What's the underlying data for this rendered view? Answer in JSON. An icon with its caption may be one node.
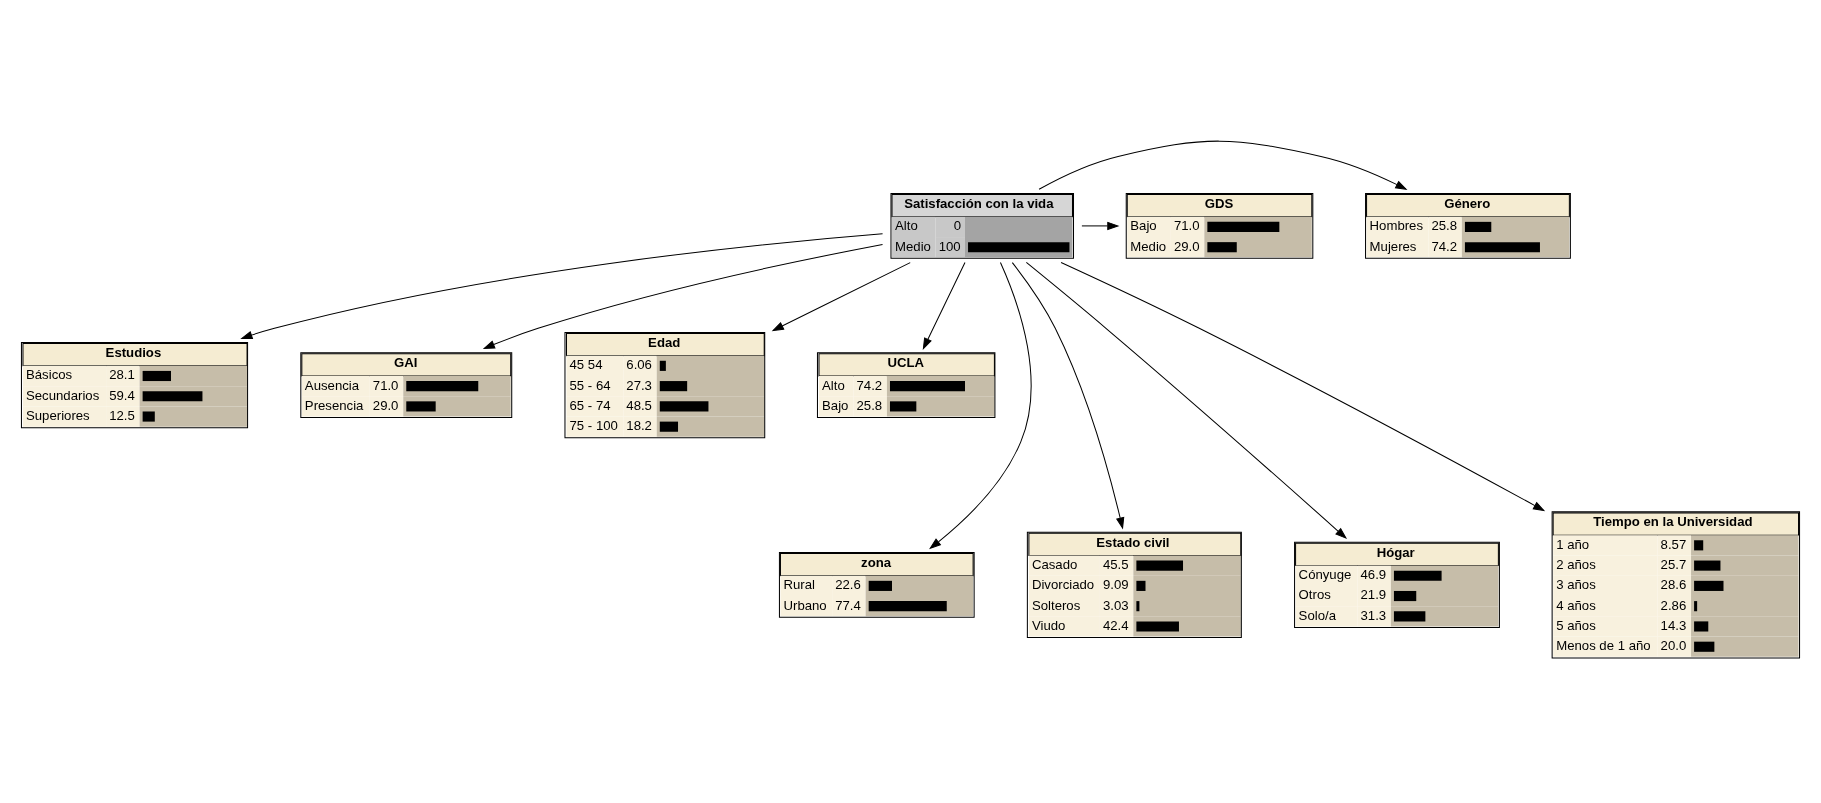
{
  "diagram": {
    "nodes": [
      {
        "text": [
          "Satisfacción con la vida",
          "Alto",
          "0",
          "Medio",
          "100"
        ]
      },
      {
        "text": [
          "Género",
          "Hombres",
          "25.8",
          "Mujeres",
          "74.2"
        ]
      },
      {
        "text": [
          "GDS",
          "Bajo",
          "71.0",
          "Medio",
          "29.0"
        ]
      },
      {
        "text": [
          "Estudios",
          "Básicos",
          "28.1",
          "Secundarios",
          "59.4",
          "Superiores",
          "12.5"
        ]
      },
      {
        "text": [
          "GAI",
          "Ausencia",
          "71.0",
          "Presencia",
          "29.0"
        ]
      },
      {
        "text": [
          "Edad",
          "45 54",
          "6.06",
          "55 - 64",
          "27.3",
          "65 - 74",
          "48.5",
          "75 - 100",
          "18.2"
        ]
      },
      {
        "text": [
          "UCLA",
          "Alto",
          "74.2",
          "Bajo",
          "25.8"
        ]
      },
      {
        "text": [
          "zona",
          "Rural",
          "22.6",
          "Urbano",
          "77.4"
        ]
      },
      {
        "text": [
          "Estado civil",
          "Casado",
          "45.5",
          "Divorciado",
          "9.09",
          "Solteros",
          "3.03",
          "Viudo",
          "42.4"
        ]
      },
      {
        "text": [
          "Hógar",
          "Cónyuge",
          "46.9",
          "Otros",
          "21.9",
          "Solo/a",
          "31.3"
        ]
      },
      {
        "text": [
          "Tiempo en la Universidad",
          "1 año",
          "8.57",
          "2 años",
          "25.7",
          "3 años",
          "28.6",
          "4 años",
          "2.86",
          "5 años",
          "14.3",
          "Menos de 1 año",
          "20.0"
        ]
      }
    ],
    "edges": [
      {
        "from": 0,
        "to": 1,
        "arrow": "to"
      },
      {
        "from": 0,
        "to": 2,
        "arrow": "to"
      },
      {
        "from": 0,
        "to": 3,
        "arrow": "to"
      },
      {
        "from": 0,
        "to": 4,
        "arrow": "to"
      },
      {
        "from": 0,
        "to": 5,
        "arrow": "to"
      },
      {
        "from": 0,
        "to": 6,
        "arrow": "to"
      },
      {
        "from": 0,
        "to": 7,
        "arrow": "to"
      },
      {
        "from": 0,
        "to": 8,
        "arrow": "to"
      },
      {
        "from": 0,
        "to": 9,
        "arrow": "to"
      },
      {
        "from": 0,
        "to": 10,
        "arrow": "to"
      }
    ]
  }
}
